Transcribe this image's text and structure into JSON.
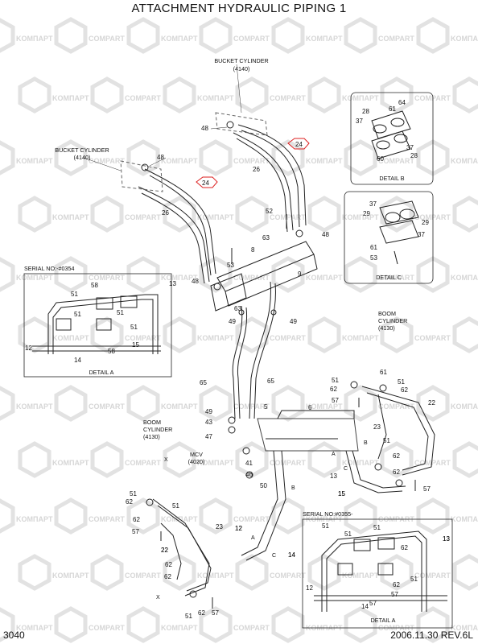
{
  "title": "ATTACHMENT HYDRAULIC PIPING 1",
  "page_number": "3040",
  "revision": "2006.11.30  REV.6L",
  "watermark": {
    "a": "KOMПAPT",
    "b": "COMPART"
  },
  "captions": {
    "bucket_cyl_top": "BUCKET CYLINDER",
    "bucket_cyl_top_no": "(4140)",
    "bucket_cyl_left": "BUCKET CYLINDER",
    "bucket_cyl_left_no": "(4140)",
    "boom_cyl_right": "BOOM",
    "boom_cyl_right_2": "CYLINDER",
    "boom_cyl_right_no": "(4130)",
    "boom_cyl_left": "BOOM",
    "boom_cyl_left_2": "CYLINDER",
    "boom_cyl_left_no": "(4130)",
    "mcv": "MCV",
    "mcv_no": "(4020)",
    "detail_b": "DETAIL B",
    "detail_c": "DETAIL C",
    "detail_a1": "DETAIL A",
    "detail_a2": "DETAIL A",
    "serial_1": "SERIAL NO:-#0354",
    "serial_2": "SERIAL NO:#0355-"
  },
  "highlight_label": "24",
  "callouts": {
    "c48a": "48",
    "c48b": "48",
    "c26a": "26",
    "c26b": "26",
    "c52": "52",
    "c48c": "48",
    "c48d": "48",
    "c53a": "53",
    "c63a": "63",
    "c8": "8",
    "c9": "9",
    "c63b": "63",
    "c49a": "49",
    "c49b": "49",
    "c65a": "65",
    "c65b": "65",
    "c49c": "49",
    "c43": "43",
    "c47": "47",
    "c5": "5",
    "c6": "6",
    "c41": "41",
    "c46": "46",
    "c50": "50",
    "c23a": "23",
    "c51a": "51",
    "c23b": "23",
    "c22a": "22",
    "c13a": "13",
    "c15a": "15",
    "c12a": "12",
    "c14a": "14",
    "c51b": "51",
    "c61a": "61",
    "c62a": "62",
    "c57a": "57",
    "c51c": "51",
    "c62b": "62",
    "c57b": "57",
    "c22b": "22",
    "c62c": "62",
    "c51d": "51",
    "c62d": "62",
    "c57c": "57",
    "c51e": "51",
    "c62e": "62",
    "c51f": "51",
    "c62f": "62",
    "c57d": "57",
    "c22c": "22",
    "c62g": "62",
    "c12b": "12",
    "c14b": "14",
    "c28a": "28",
    "c61b": "61",
    "c64": "64",
    "c37a": "37",
    "c37b": "37",
    "c28b": "28",
    "c60": "60",
    "c37c": "37",
    "c29a": "29",
    "c29b": "29",
    "c37d": "37",
    "c61c": "61",
    "c53b": "53",
    "c58a": "58",
    "c51g": "51",
    "c13b": "13",
    "c51h": "51",
    "c58b": "58",
    "c15b": "15",
    "c12c": "12",
    "c14c": "14",
    "c51i": "51",
    "c51j": "51",
    "c62h": "62",
    "c62i": "62",
    "c13c": "13",
    "c51k": "51",
    "c12d": "12",
    "c14d": "14",
    "c57e": "57",
    "c62j": "62",
    "c51l": "51",
    "c51m": "51",
    "c62k": "62",
    "c51n": "51",
    "c57f": "57",
    "c15c": "15",
    "c13d": "13"
  },
  "section_letters": {
    "a1": "A",
    "b1": "B",
    "c1": "C",
    "a2": "A",
    "b2": "B",
    "c2": "C",
    "x1": "X",
    "x2": "X"
  }
}
